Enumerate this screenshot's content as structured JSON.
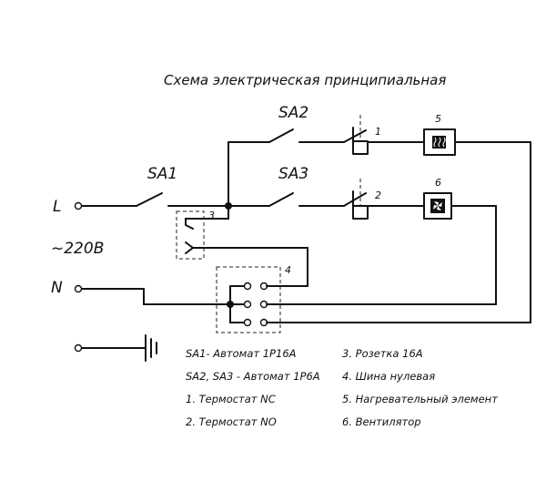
{
  "title": "Схема электрическая принципиальная",
  "labels": {
    "sa1": "SA1",
    "sa2": "SA2",
    "sa3": "SA3",
    "line": "L",
    "voltage": "~220В",
    "neutral": "N"
  },
  "numbers": {
    "n1": "1",
    "n2": "2",
    "n3": "3",
    "n4": "4",
    "n5": "5",
    "n6": "6"
  },
  "legend": {
    "left": [
      "SA1- Автомат 1P16A",
      "SA2, SA3 - Автомат 1P6A",
      "1. Термостат NC",
      "2. Термостат NO"
    ],
    "right": [
      "3. Розетка 16А",
      "4. Шина нулевая",
      "5. Нагревательный элемент",
      "6. Вентилятор"
    ]
  }
}
